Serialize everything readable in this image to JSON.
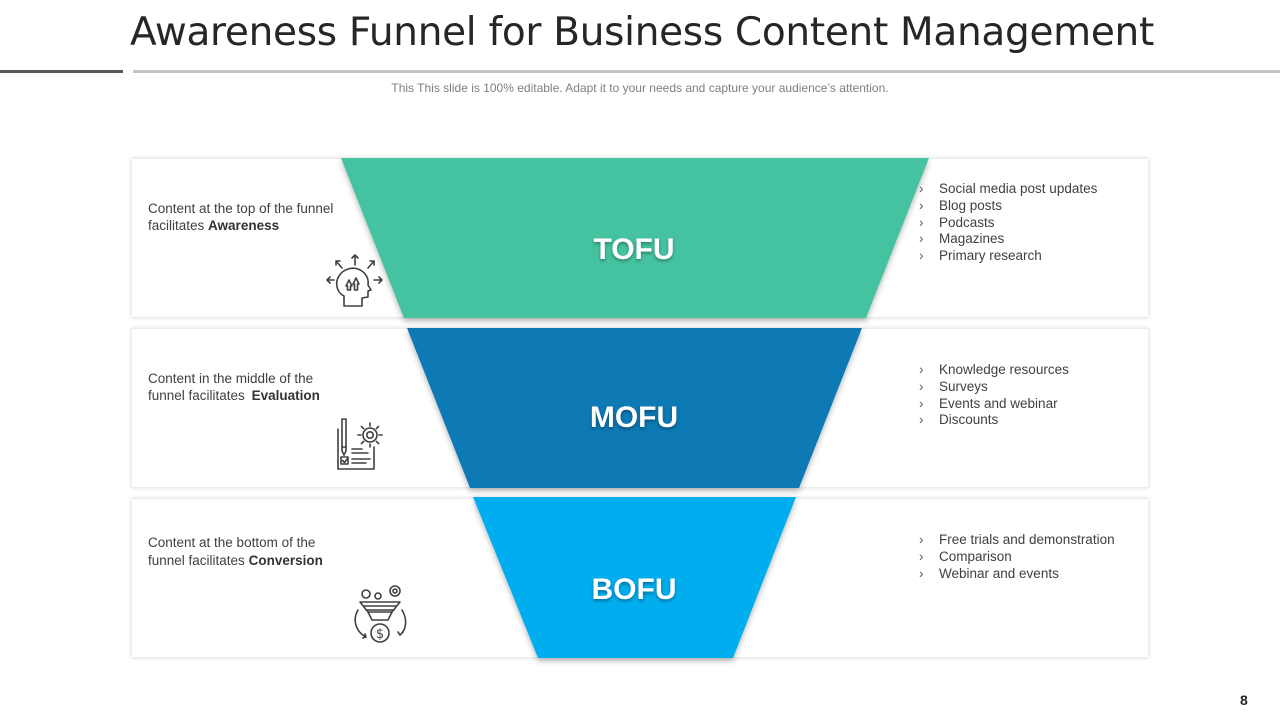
{
  "slide": {
    "title": "Awareness Funnel for Business Content Management",
    "subtitle": "This This slide is 100% editable. Adapt it to your needs and capture your audience’s attention.",
    "page_number": "8"
  },
  "tiers": [
    {
      "label": "TOFU",
      "color": "#45c3a0",
      "description": "Content at the top of the funnel facilitates",
      "stage": "Awareness",
      "icon": "head-arrows-icon",
      "items": [
        "Social media post updates",
        "Blog posts",
        "Podcasts",
        "Magazines",
        "Primary research"
      ]
    },
    {
      "label": "MOFU",
      "color": "#0c79b5",
      "description": "Content in the middle of the funnel facilitates",
      "stage": "Evaluation",
      "icon": "checklist-gear-icon",
      "items": [
        "Knowledge resources",
        "Surveys",
        "Events and webinar",
        "Discounts"
      ]
    },
    {
      "label": "BOFU",
      "color": "#00adef",
      "description": "Content at the bottom of the funnel facilitates",
      "stage": "Conversion",
      "icon": "funnel-dollar-icon",
      "items": [
        "Free trials and demonstration",
        "Comparison",
        "Webinar and events"
      ]
    }
  ]
}
